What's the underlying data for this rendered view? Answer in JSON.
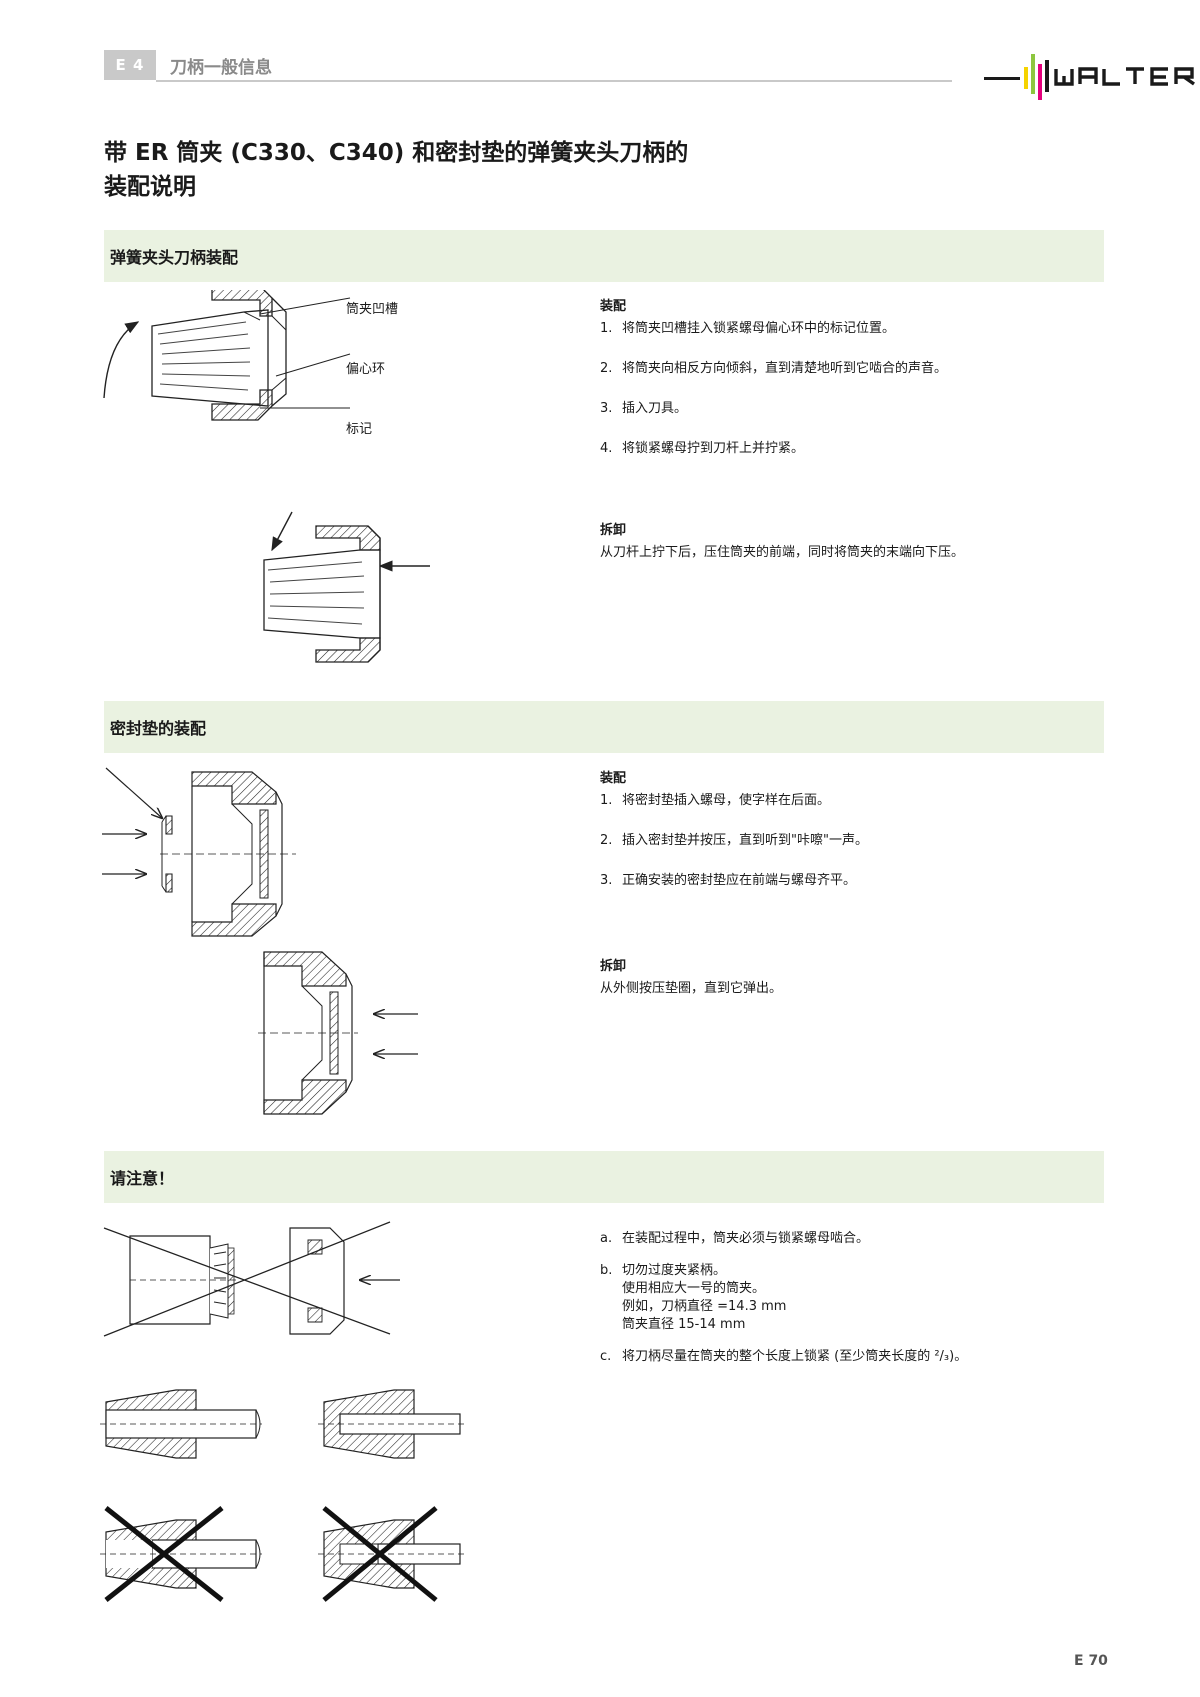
{
  "header": {
    "chapter": "E 4",
    "chapter_title": "刀柄一般信息",
    "logo_text": "WALTER",
    "logo_colors": [
      "#f5d300",
      "#8dc63f",
      "#e4007c",
      "#000000"
    ]
  },
  "title": {
    "line1": "带 ER 筒夹 (C330、C340) 和密封垫的弹簧夹头刀柄的",
    "line2": "装配说明"
  },
  "section1": {
    "heading": "弹簧夹头刀柄装配",
    "callouts": [
      "筒夹凹槽",
      "偏心环",
      "标记"
    ],
    "assembly_heading": "装配",
    "assembly_steps": [
      {
        "num": "1.",
        "text": "将筒夹凹槽挂入锁紧螺母偏心环中的标记位置。"
      },
      {
        "num": "2.",
        "text": "将筒夹向相反方向倾斜，直到清楚地听到它啮合的声音。"
      },
      {
        "num": "3.",
        "text": "插入刀具。"
      },
      {
        "num": "4.",
        "text": "将锁紧螺母拧到刀杆上并拧紧。"
      }
    ],
    "removal_heading": "拆卸",
    "removal_text": "从刀杆上拧下后，压住筒夹的前端，同时将筒夹的末端向下压。"
  },
  "section2": {
    "heading": "密封垫的装配",
    "assembly_heading": "装配",
    "assembly_steps": [
      {
        "num": "1.",
        "text": "将密封垫插入螺母，使字样在后面。"
      },
      {
        "num": "2.",
        "text": "插入密封垫并按压，直到听到\"咔嚓\"一声。"
      },
      {
        "num": "3.",
        "text": "正确安装的密封垫应在前端与螺母齐平。"
      }
    ],
    "removal_heading": "拆卸",
    "removal_text": "从外侧按压垫圈，直到它弹出。"
  },
  "section3": {
    "heading": "请注意！",
    "notes": [
      {
        "num": "a.",
        "lines": [
          "在装配过程中，筒夹必须与锁紧螺母啮合。"
        ]
      },
      {
        "num": "b.",
        "lines": [
          "切勿过度夹紧柄。",
          "使用相应大一号的筒夹。",
          "例如，刀柄直径 =14.3 mm",
          "筒夹直径 15-14 mm"
        ]
      },
      {
        "num": "c.",
        "lines": [
          "将刀柄尽量在筒夹的整个长度上锁紧 (至少筒夹长度的 ²/₃)。"
        ]
      }
    ]
  },
  "footer": {
    "page_number": "E 70"
  }
}
